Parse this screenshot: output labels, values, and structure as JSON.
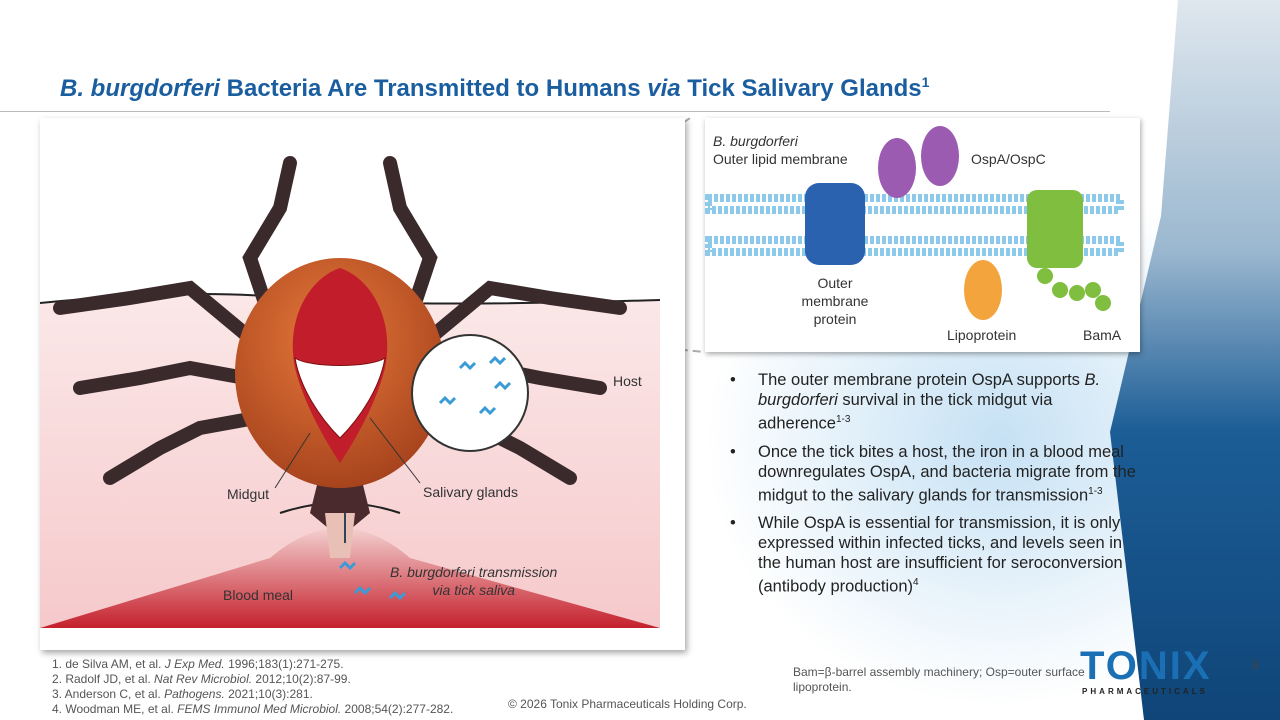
{
  "title": {
    "pre": "B. burgdorferi",
    "mid": " Bacteria Are Transmitted to Humans ",
    "via": "via",
    "post": " Tick Salivary Glands",
    "sup": "1"
  },
  "figure": {
    "host": "Host",
    "midgut": "Midgut",
    "salivary": "Salivary glands",
    "blood_meal": "Blood meal",
    "transmission_line1": "B. burgdorferi transmission",
    "transmission_line2": "via tick saliva"
  },
  "inset": {
    "membrane_line1": "B. burgdorferi",
    "membrane_line2": "Outer lipid membrane",
    "osp": "OspA/OspC",
    "omp_line1": "Outer",
    "omp_line2": "membrane",
    "omp_line3": "protein",
    "lipoprotein": "Lipoprotein",
    "bama": "BamA"
  },
  "bullets": [
    {
      "a": "The outer membrane protein OspA supports ",
      "i": "B. burgdorferi",
      "b": " survival in the tick midgut via adherence",
      "sup": "1-3"
    },
    {
      "a": "Once the tick bites a host, the iron in a blood meal downregulates OspA, and bacteria migrate from the midgut to the salivary glands for transmission",
      "i": "",
      "b": "",
      "sup": "1-3"
    },
    {
      "a": "While OspA is essential for transmission, it is only expressed within infected ticks, and levels seen in the human host are insufficient for seroconversion (antibody production)",
      "i": "",
      "b": "",
      "sup": "4"
    }
  ],
  "references": [
    {
      "a": "1. de Silva AM, et al. ",
      "j": "J Exp Med.",
      "b": " 1996;183(1):271-275."
    },
    {
      "a": "2. Radolf JD, et al. ",
      "j": "Nat Rev Microbiol.",
      "b": " 2012;10(2):87-99."
    },
    {
      "a": "3. Anderson C, et al. ",
      "j": "Pathogens.",
      "b": " 2021;10(3):281."
    },
    {
      "a": "4. Woodman ME, et al. ",
      "j": "FEMS Immunol Med Microbiol.",
      "b": " 2008;54(2):277-282."
    }
  ],
  "copyright": "© 2026 Tonix Pharmaceuticals Holding Corp.",
  "abbreviations": "Bam=β-barrel assembly machinery; Osp=outer surface lipoprotein.",
  "logo": {
    "name": "TONIX",
    "sub": "PHARMACEUTICALS"
  },
  "page_number": "8"
}
